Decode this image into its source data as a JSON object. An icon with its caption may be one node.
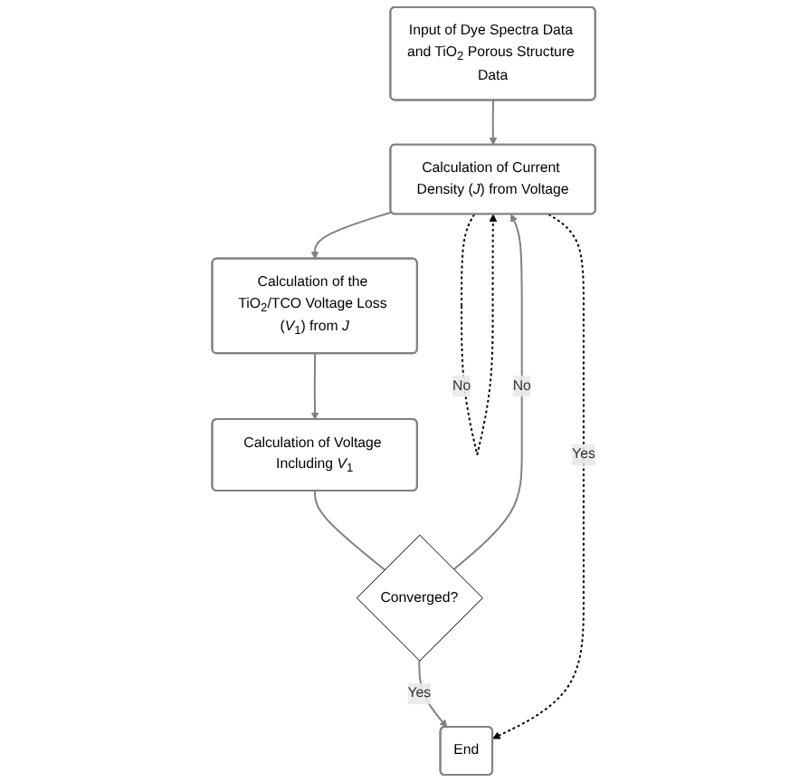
{
  "diagram": {
    "nodes": [
      {
        "text": [
          "Input of Dye Spectra Data and TiO$_{2}$ Porous Structure Data"
        ]
      },
      {
        "text": [
          "Calculation of Current Density (*J*) from Voltage"
        ]
      },
      {
        "text": [
          "Calculation of the TiO$_{2}$/TCO Voltage Loss (*V*$_{1}$) from *J*"
        ]
      },
      {
        "text": [
          "Calculation of Voltage Including *V*$_{1}$"
        ]
      },
      {
        "text": [
          "Converged?"
        ]
      },
      {
        "text": [
          "End"
        ]
      }
    ],
    "edges": [
      {
        "from": 0,
        "to": 1,
        "arrow": "to"
      },
      {
        "from": 1,
        "to": 2,
        "arrow": "to"
      },
      {
        "from": 2,
        "to": 3,
        "arrow": "to"
      },
      {
        "from": 3,
        "to": 4,
        "arrow": "none"
      },
      {
        "from": 4,
        "to": 5,
        "arrow": "to",
        "label": "Yes"
      },
      {
        "from": 4,
        "to": 1,
        "arrow": "to",
        "label": "No"
      },
      {
        "from": 1,
        "to": 5,
        "arrow": "to",
        "label": "Yes",
        "style": "dashed",
        "color": "#000000"
      },
      {
        "from": 1,
        "to": 1,
        "arrow": "to",
        "label": "No",
        "style": "dashed",
        "color": "#000000"
      }
    ]
  }
}
